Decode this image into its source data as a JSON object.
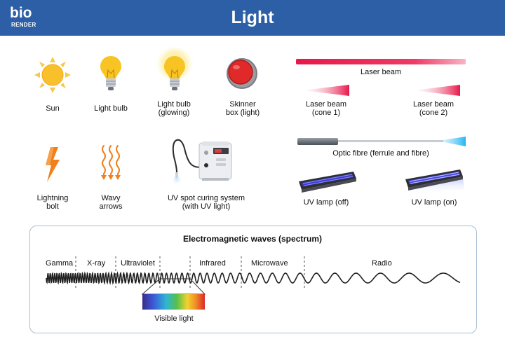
{
  "header": {
    "logo_top": "bio",
    "logo_bottom": "RENDER",
    "title": "Light"
  },
  "icons": {
    "sun": "Sun",
    "light_bulb": "Light bulb",
    "light_bulb_glowing_1": "Light bulb",
    "light_bulb_glowing_2": "(glowing)",
    "skinner_1": "Skinner",
    "skinner_2": "box (light)",
    "laser_beam": "Laser beam",
    "laser_cone1_1": "Laser beam",
    "laser_cone1_2": "(cone 1)",
    "laser_cone2_1": "Laser beam",
    "laser_cone2_2": "(cone  2)",
    "lightning_1": "Lightning",
    "lightning_2": "bolt",
    "wavy_1": "Wavy",
    "wavy_2": "arrows",
    "uv_spot_1": "UV spot curing system",
    "uv_spot_2": "(with UV light)",
    "optic_fibre": "Optic fibre (ferrule and fibre)",
    "uv_lamp_off": "UV lamp (off)",
    "uv_lamp_on": "UV lamp (on)"
  },
  "spectrum": {
    "title": "Electromagnetic waves (spectrum)",
    "bands": [
      "Gamma",
      "X-ray",
      "Ultraviolet",
      "Infrared",
      "Microwave",
      "Radio"
    ],
    "visible_label": "Visible light"
  },
  "colors": {
    "header_bg": "#2d5fa6",
    "laser_red": "#e8174a",
    "uv_blue": "#3b3bd6",
    "panel_border": "#a9bed3"
  }
}
